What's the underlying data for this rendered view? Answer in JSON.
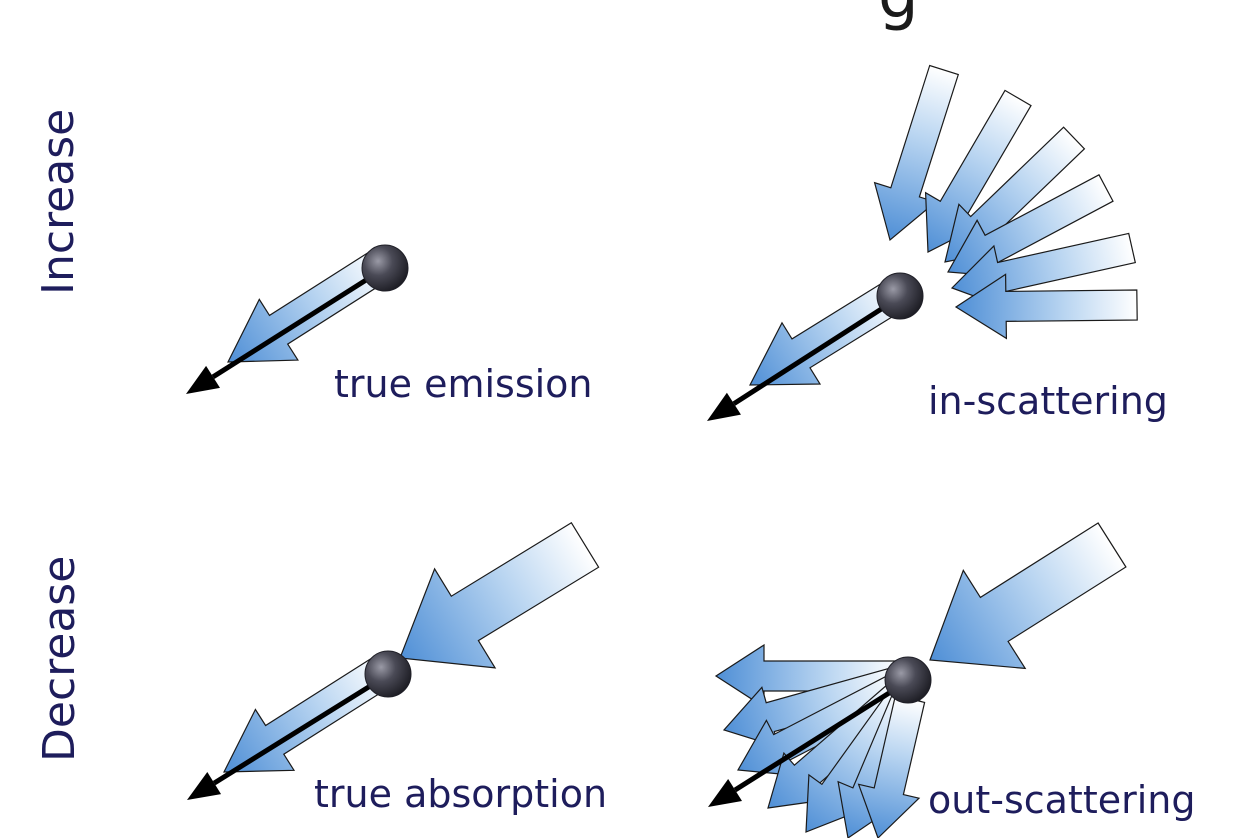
{
  "title_fragment": "g",
  "rows": {
    "increase": "Increase",
    "decrease": "Decrease"
  },
  "panels": {
    "true_emission": "true emission",
    "in_scattering": "in-scattering",
    "true_absorption": "true absorption",
    "out_scattering": "out-scattering"
  },
  "colors": {
    "label_text": "#1e1d5c",
    "arrow_fill_dark": "#4f8fd6",
    "arrow_fill_light": "#ffffff",
    "arrow_outline": "#1a1a1a",
    "particle": "#3a3a44",
    "ray": "#000000"
  }
}
